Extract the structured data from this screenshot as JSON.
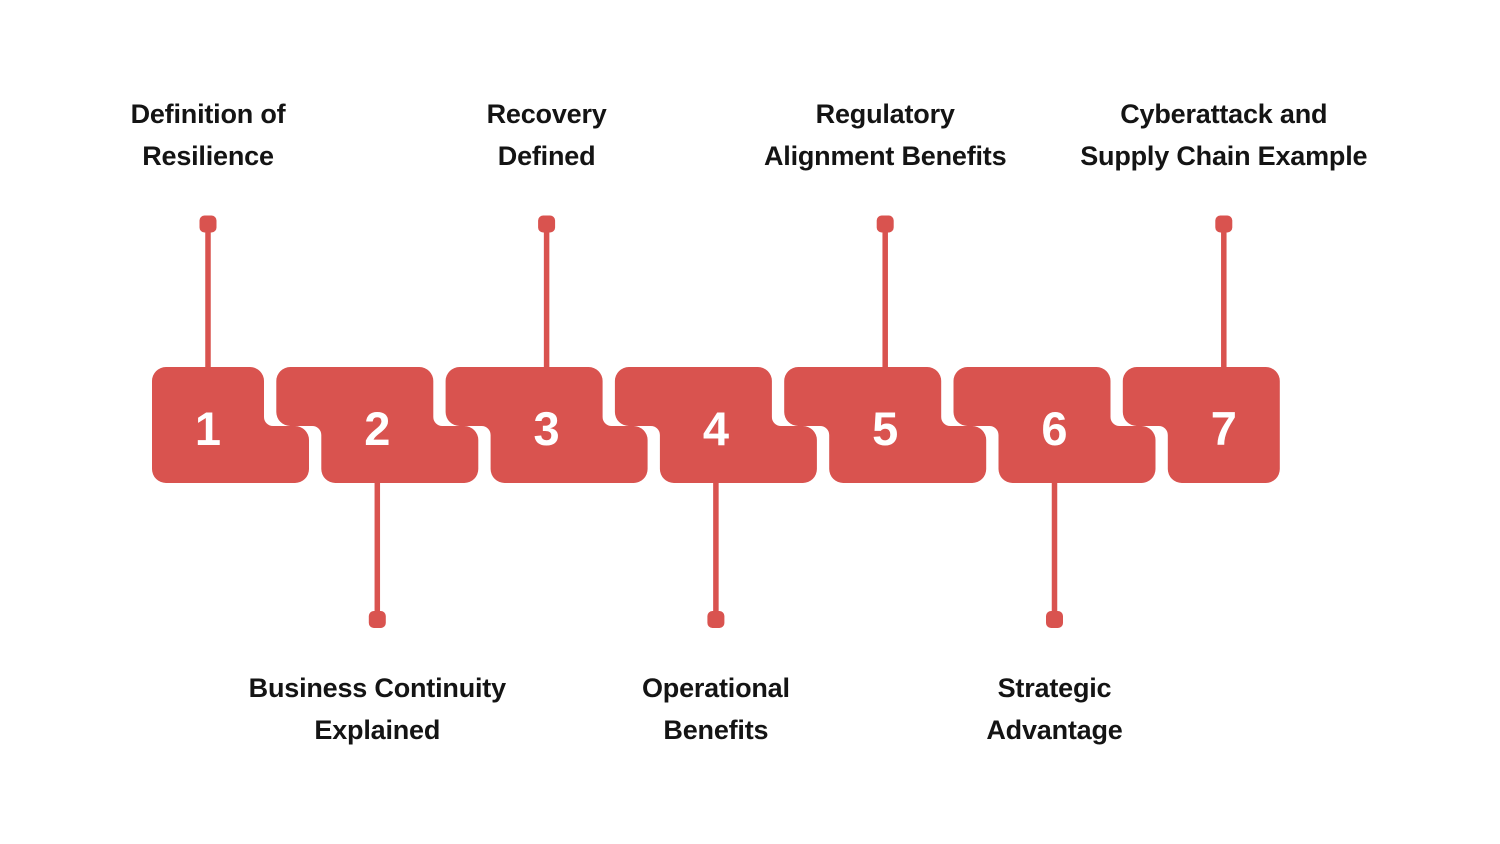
{
  "diagram": {
    "background_color": "#ffffff",
    "accent_color": "#d9534f",
    "text_color": "#141414",
    "number_color": "#ffffff",
    "items": [
      {
        "number": "1",
        "label_lines": [
          "Definition of",
          "Resilience"
        ],
        "label_position": "top"
      },
      {
        "number": "2",
        "label_lines": [
          "Business Continuity",
          "Explained"
        ],
        "label_position": "bottom"
      },
      {
        "number": "3",
        "label_lines": [
          "Recovery",
          "Defined"
        ],
        "label_position": "top"
      },
      {
        "number": "4",
        "label_lines": [
          "Operational",
          "Benefits"
        ],
        "label_position": "bottom"
      },
      {
        "number": "5",
        "label_lines": [
          "Regulatory",
          "Alignment Benefits"
        ],
        "label_position": "top"
      },
      {
        "number": "6",
        "label_lines": [
          "Strategic",
          "Advantage"
        ],
        "label_position": "bottom"
      },
      {
        "number": "7",
        "label_lines": [
          "Cyberattack and",
          "Supply Chain Example"
        ],
        "label_position": "top"
      }
    ]
  }
}
